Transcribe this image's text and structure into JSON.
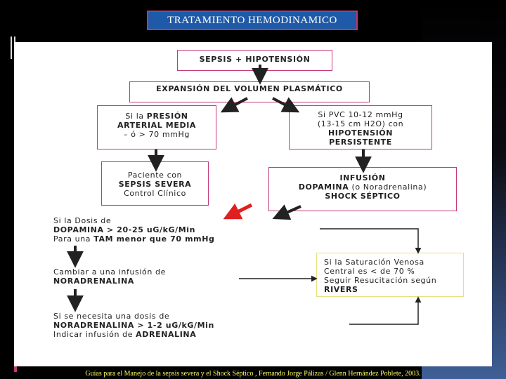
{
  "title": "TRATAMIENTO HEMODINAMICO",
  "flow": {
    "sepsis": "SEPSIS + HIPOTENSIÓN",
    "expansion": "EXPANSIÓN DEL VOLUMEN PLASMÁTICO",
    "pam_left": {
      "l1a": "Si la ",
      "l1b": "PRESIÓN",
      "l2": "ARTERIAL MEDIA",
      "l3": "– ó > 70 mmHg"
    },
    "pvc_right": {
      "l1": "Si PVC 10-12 mmHg",
      "l2": "(13-15 cm H2O) con",
      "l3": "HIPOTENSIÓN",
      "l4": "PERSISTENTE"
    },
    "paciente": {
      "l1": "Paciente con",
      "l2": "SEPSIS SEVERA",
      "l3": "Control Clínico"
    },
    "infusion": {
      "l1": "INFUSIÓN",
      "l2a": "DOPAMINA",
      "l2b": " (o Noradrenalina)",
      "l3": "SHOCK SÉPTICO"
    },
    "dopamina_dose": {
      "l1": "Si la Dosis de",
      "l2": "DOPAMINA > 20-25 uG/kG/Min",
      "l3a": "Para una ",
      "l3b": "TAM",
      "l3c": " menor que 70 mmHg"
    },
    "cambiar": {
      "l1": "Cambiar a una infusión de",
      "l2": "NORADRENALINA"
    },
    "noradrenalina_dose": {
      "l1": "Si se necesita una dosis de",
      "l2": "NORADRENALINA > 1-2 uG/kG/Min",
      "l3a": "Indicar infusión de ",
      "l3b": "ADRENALINA"
    },
    "saturacion": {
      "l1": "Si la Saturación Venosa",
      "l2": "Central es < de 70 %",
      "l3": "Seguir Resucitación según",
      "l4": "RIVERS"
    }
  },
  "footer": "Guías para el Manejo de la sepsis severa y el Shock Séptico , Fernando Jorge Pálizas / Glenn Hernández Poblete, 2003.",
  "colors": {
    "title_bg": "#1f5aa8",
    "box_border": "#c4387a",
    "highlight_box_border": "#e6e080",
    "pointer_arrow": "#e02020",
    "footer_text": "#ffff66"
  }
}
